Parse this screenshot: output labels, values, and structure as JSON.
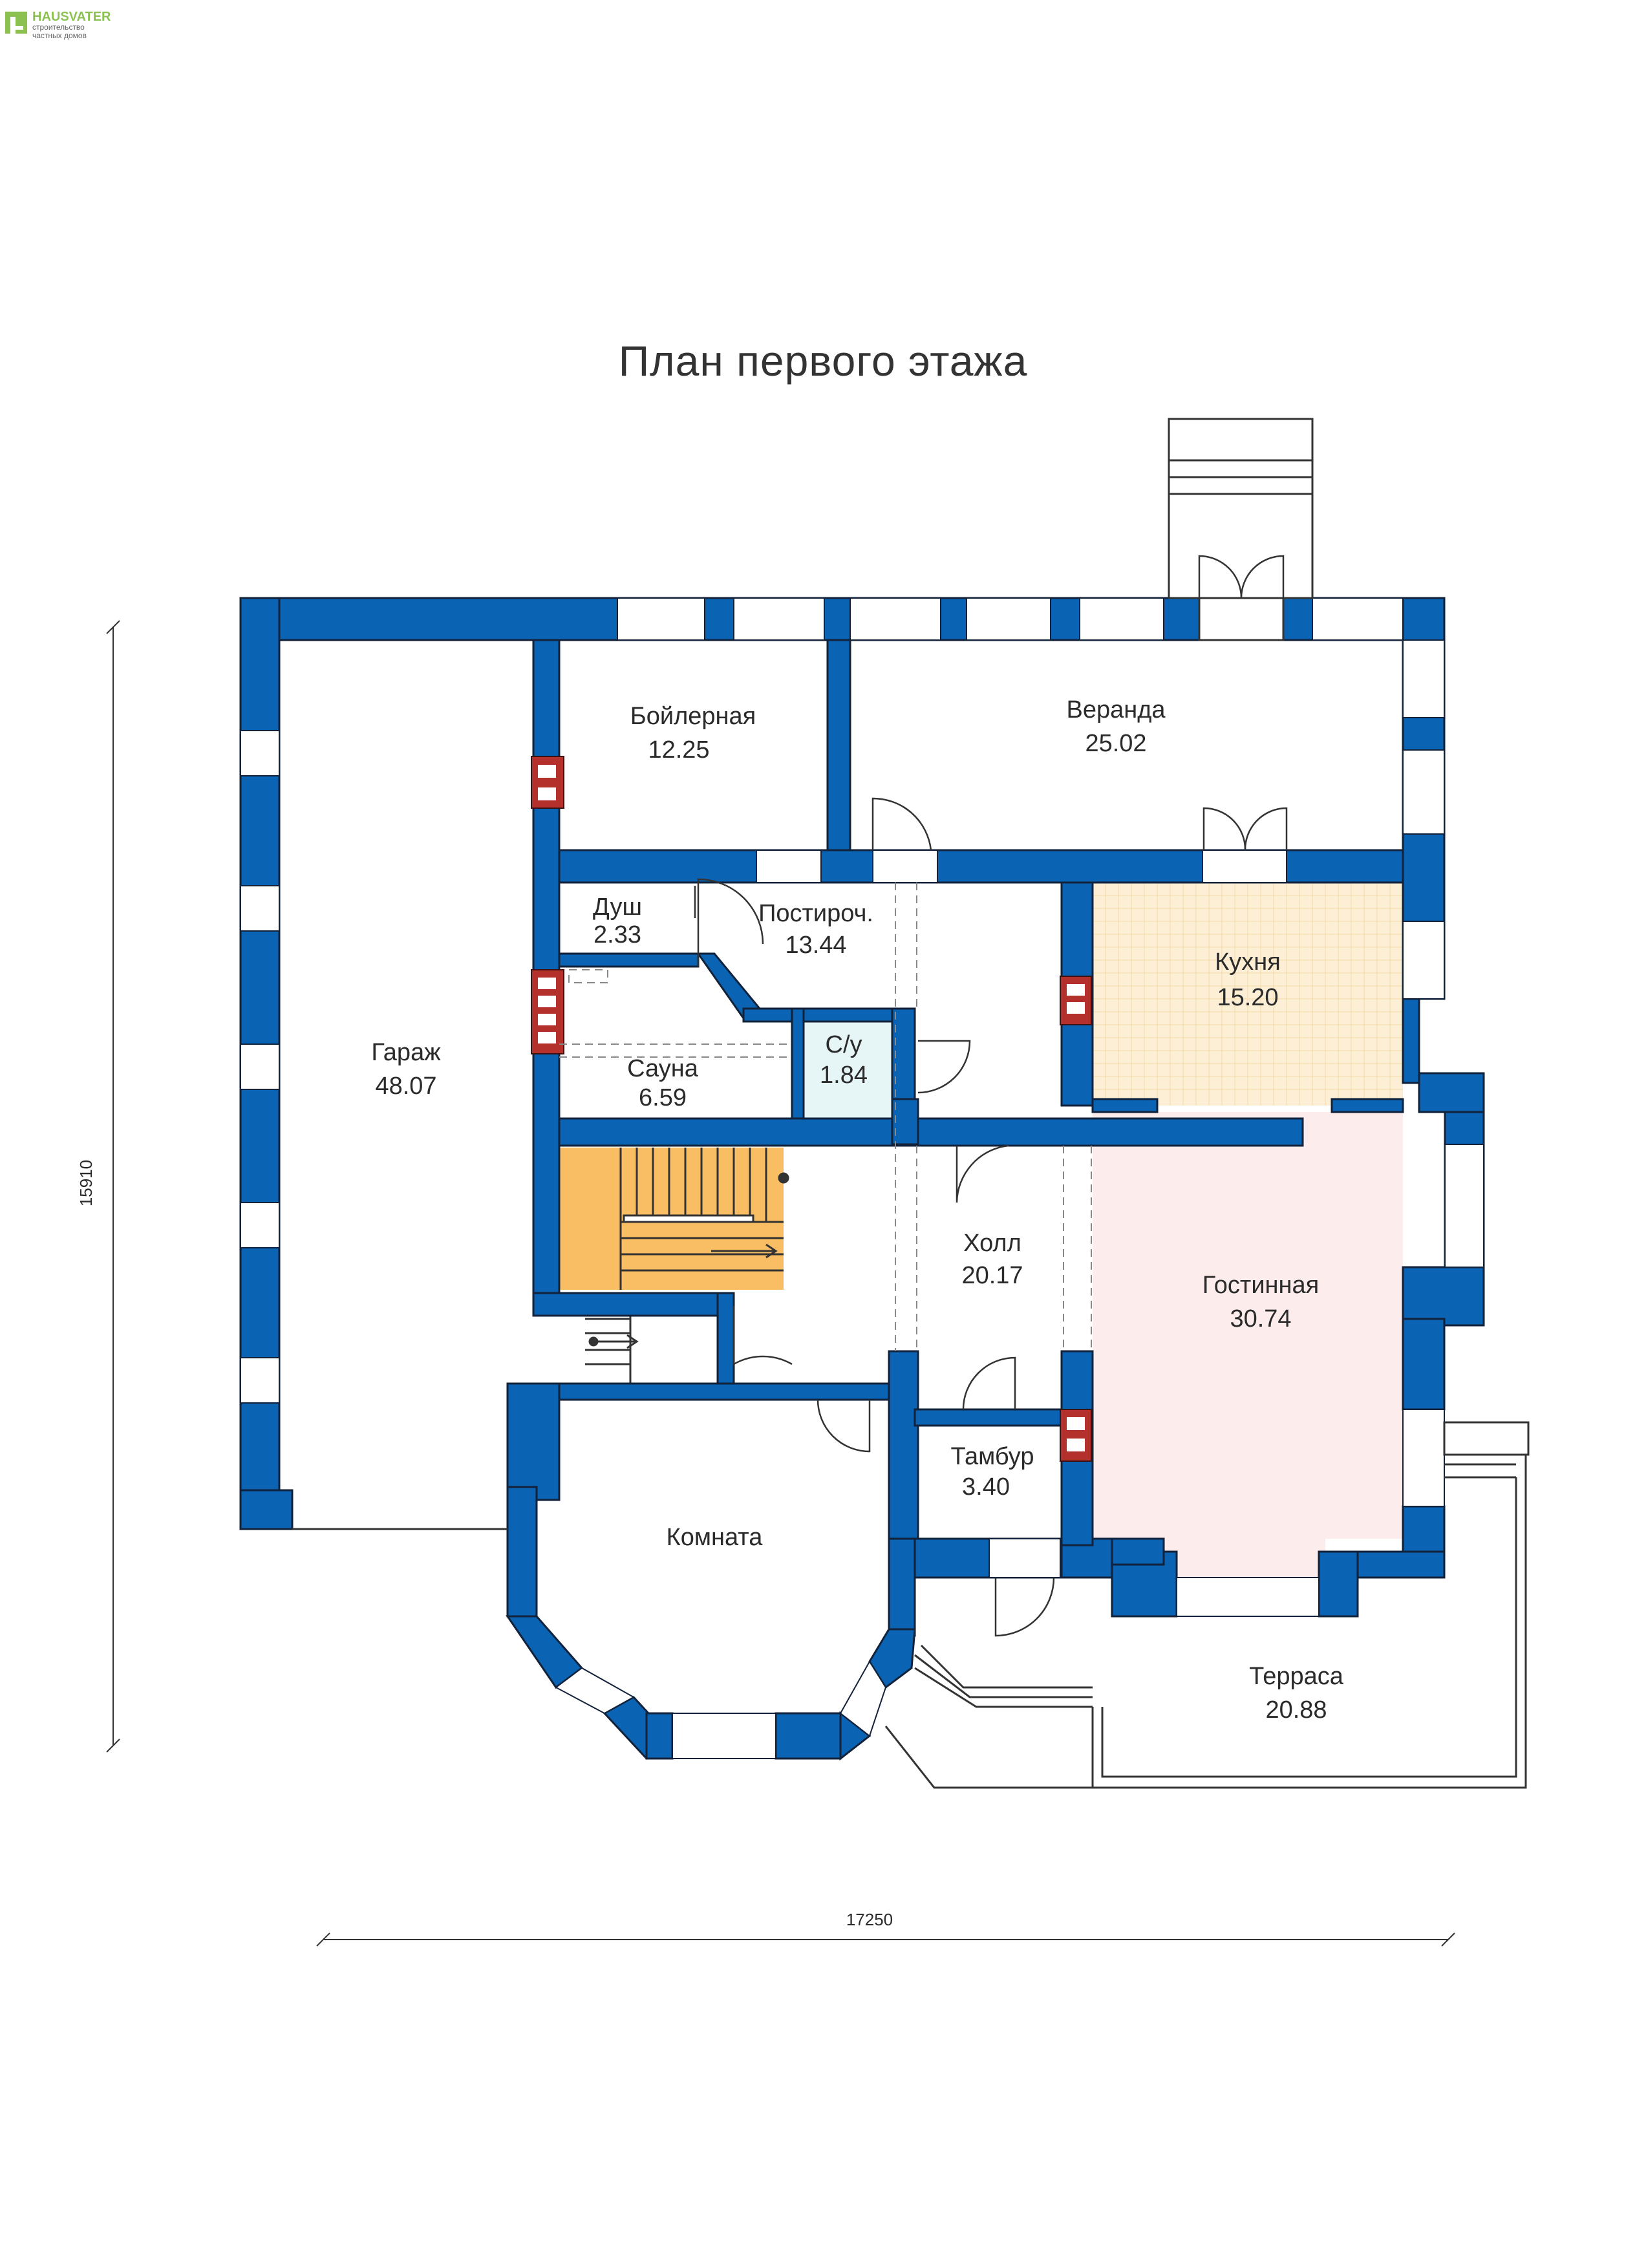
{
  "logo": {
    "brand": "HAUSVATER",
    "tagline_1": "строительство",
    "tagline_2": "частных домов"
  },
  "title": "План первого этажа",
  "colors": {
    "wall": "#0a63b3",
    "wall_outline": "#12223a",
    "window": "#ffffff",
    "chimney": "#b3302c",
    "kitchen": "#fcefd6",
    "living": "#fcecec",
    "stairs": "#f9bd63",
    "wc": "#e6f5f6"
  },
  "dimensions": {
    "width": "17250",
    "height": "15910"
  },
  "rooms": [
    {
      "name": "Гараж",
      "area": "48.07"
    },
    {
      "name": "Бойлерная",
      "area": "12.25"
    },
    {
      "name": "Веранда",
      "area": "25.02"
    },
    {
      "name": "Душ",
      "area": "2.33"
    },
    {
      "name": "Постироч.",
      "area": "13.44"
    },
    {
      "name": "Кухня",
      "area": "15.20"
    },
    {
      "name": "Сауна",
      "area": "6.59"
    },
    {
      "name": "С/у",
      "area": "1.84"
    },
    {
      "name": "Холл",
      "area": "20.17"
    },
    {
      "name": "Гостинная",
      "area": "30.74"
    },
    {
      "name": "Тамбур",
      "area": "3.40"
    },
    {
      "name": "Комната",
      "area": ""
    },
    {
      "name": "Терраса",
      "area": "20.88"
    }
  ]
}
